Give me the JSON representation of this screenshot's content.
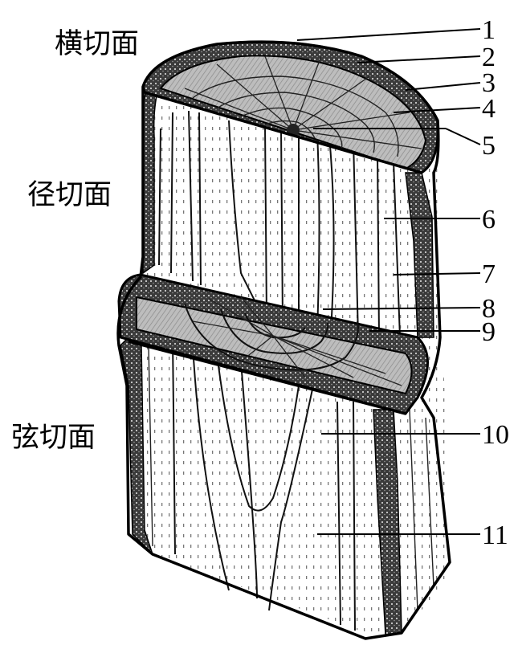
{
  "section_labels": {
    "transverse": "横切面",
    "radial": "径切面",
    "tangential": "弦切面"
  },
  "callouts": [
    "1",
    "2",
    "3",
    "4",
    "5",
    "6",
    "7",
    "8",
    "9",
    "10",
    "11"
  ]
}
